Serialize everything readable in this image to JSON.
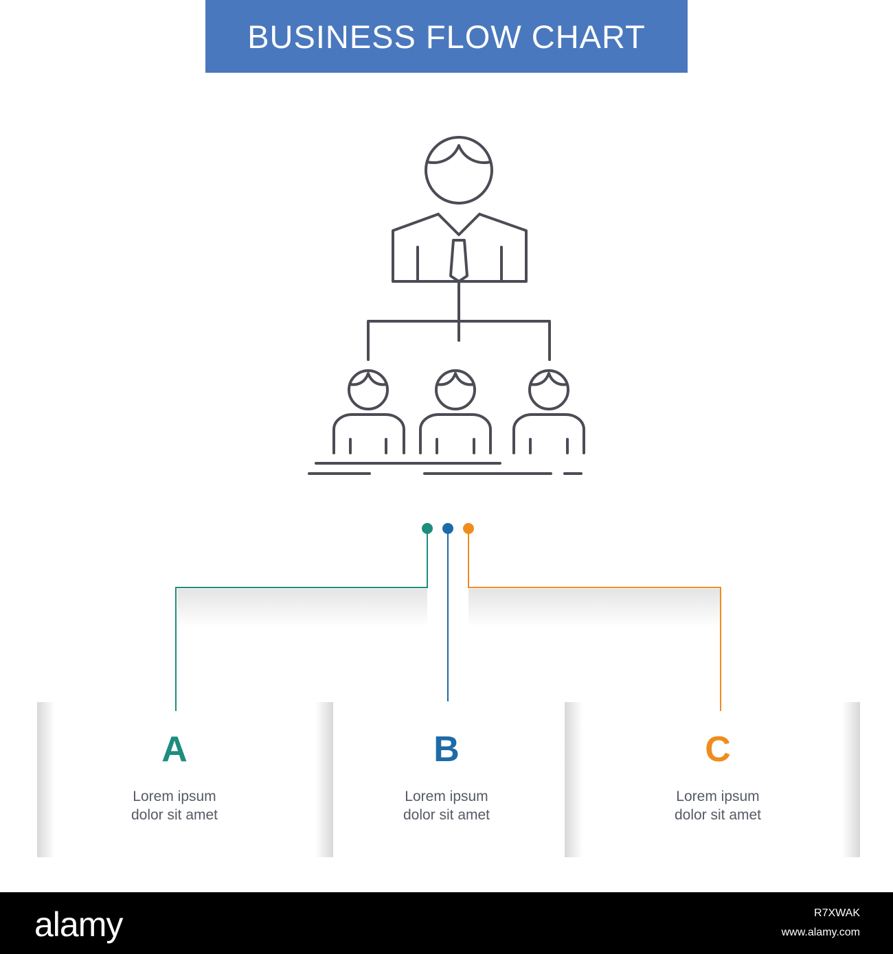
{
  "title": "BUSINESS FLOW CHART",
  "colors": {
    "banner": "#4a78be",
    "icon_stroke": "#4b4c55",
    "a": "#1e8c7e",
    "b": "#1d6aa8",
    "c": "#f08c1e",
    "text": "#555a64"
  },
  "icon": "team-hierarchy-icon",
  "cards": [
    {
      "letter": "A",
      "line1": "Lorem ipsum",
      "line2": "dolor sit amet"
    },
    {
      "letter": "B",
      "line1": "Lorem ipsum",
      "line2": "dolor sit amet"
    },
    {
      "letter": "C",
      "line1": "Lorem ipsum",
      "line2": "dolor sit amet"
    }
  ],
  "footer": {
    "logo": "alamy",
    "image_id": "R7XWAK",
    "url": "www.alamy.com"
  }
}
